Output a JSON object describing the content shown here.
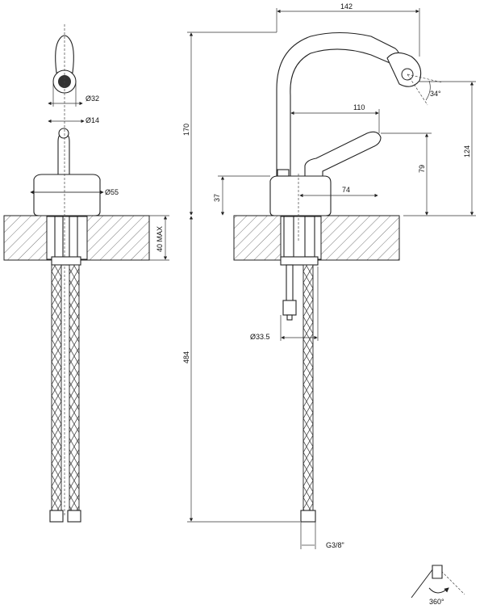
{
  "drawing": {
    "dimensions": {
      "front_spout_diameter": "32",
      "front_lever_diameter": "14",
      "front_base_diameter": "55",
      "front_deck_max": "40 MAX",
      "side_total_height": "170",
      "side_body_height": "37",
      "side_hose_length": "484",
      "side_projection": "142",
      "side_spout_angle": "34°",
      "side_lever_reach": "110",
      "side_outlet_height": "124",
      "side_lever_height": "79",
      "side_lever_length": "74",
      "side_shank_diameter": "33.5",
      "side_connection": "G3/8\"",
      "rotation": "360°"
    },
    "diameter_symbol": "Ø"
  }
}
